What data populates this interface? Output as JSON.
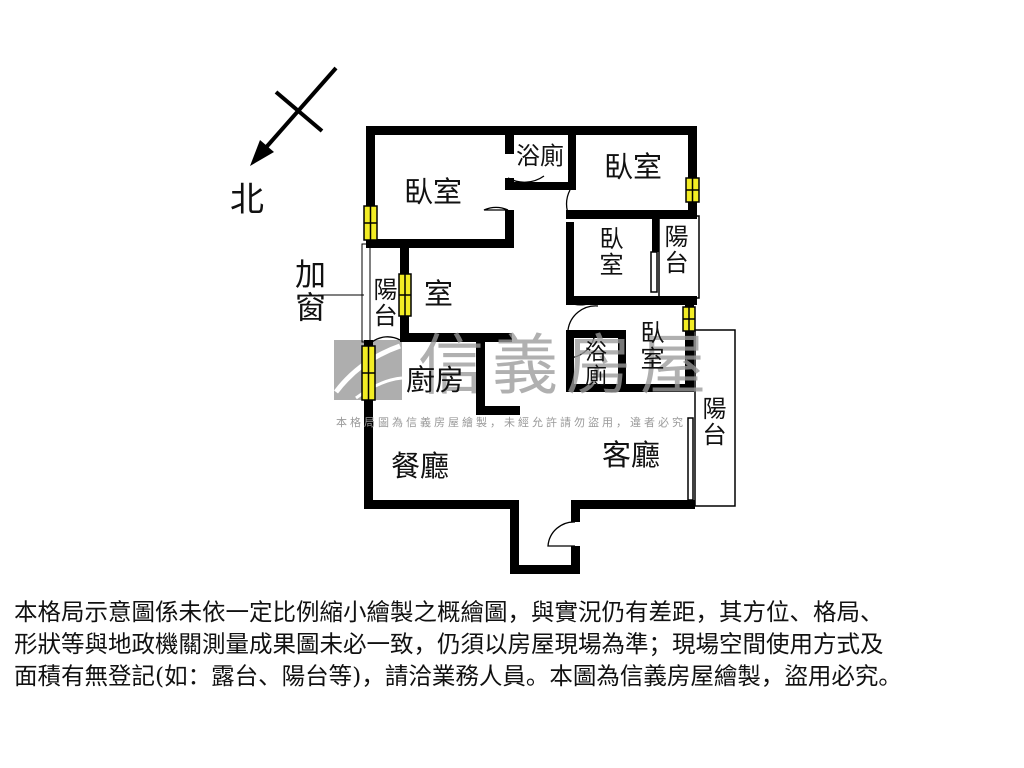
{
  "compass": {
    "label": "北",
    "icon": "north-arrow-icon"
  },
  "annotations": {
    "added_window": "加窗"
  },
  "rooms": {
    "bedroom_nw": "臥室",
    "bath_north": "浴廁",
    "bedroom_ne": "臥室",
    "bedroom_small": "臥室",
    "balcony_ne": "陽台",
    "room_west": "室",
    "balcony_west": "陽台",
    "kitchen": "廚房",
    "bath_middle": "浴廁",
    "bedroom_east": "臥室",
    "balcony_east": "陽台",
    "dining": "餐廳",
    "living": "客廳"
  },
  "watermark": {
    "brand": "信義房屋",
    "notice": "本格局圖為信義房屋繪製，未經允許請勿盜用，違者必究"
  },
  "colors": {
    "wall": "#000000",
    "window": "#f2ec24",
    "watermark": "#9a9a9a",
    "background": "#ffffff"
  },
  "disclaimer": {
    "lines": [
      "本格局示意圖係未依一定比例縮小繪製之概繪圖，與實況仍有差距，其方位、格局、",
      "形狀等與地政機關測量成果圖未必一致，仍須以房屋現場為準；現場空間使用方式及",
      "面積有無登記(如：露台、陽台等)，請洽業務人員。本圖為信義房屋繪製，盜用必究。"
    ]
  }
}
